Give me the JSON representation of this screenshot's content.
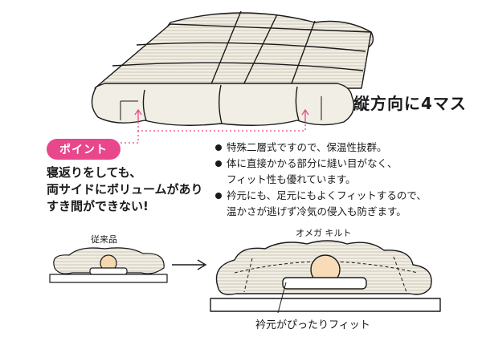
{
  "colors": {
    "accent": "#e8478b",
    "quilt_fill": "#f1eee5",
    "shading": "#b9b09d",
    "line": "#1a1a1a"
  },
  "headline": "縦方向に4マス",
  "point": {
    "badge": "ポイント",
    "lines": [
      "寝返りをしても、",
      "両サイドにボリュームがあり",
      "すき間ができない!"
    ]
  },
  "features": [
    {
      "lines": [
        "特殊二層式ですので、保温性抜群。"
      ]
    },
    {
      "lines": [
        "体に直接かかる部分に縫い目がなく、",
        "フィット性も優れています。"
      ]
    },
    {
      "lines": [
        "衿元にも、足元にもよくフィットするので、",
        "温かさが逃げず冷気の侵入も防ぎます。"
      ]
    }
  ],
  "comparison": {
    "before_label": "従来品",
    "after_label": "オメガ キルト",
    "fit_caption": "衿元がぴったりフィット"
  }
}
